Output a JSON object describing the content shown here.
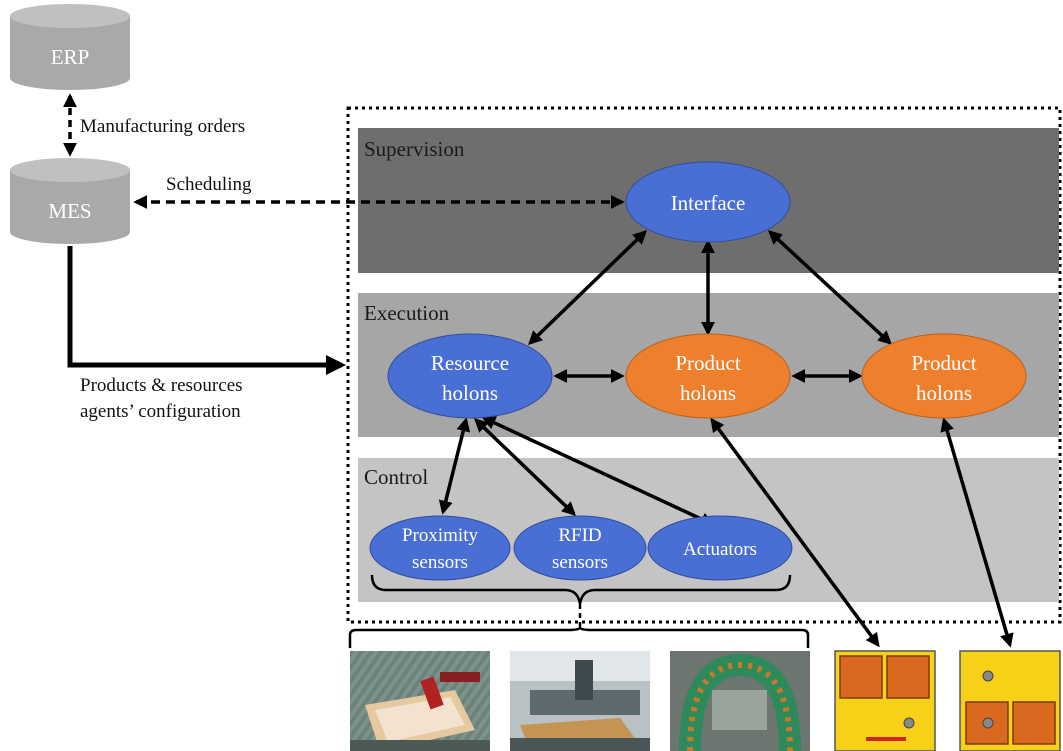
{
  "databases": {
    "erp": "ERP",
    "mes": "MES"
  },
  "edge_labels": {
    "manufacturing_orders": "Manufacturing orders",
    "scheduling": "Scheduling",
    "config_line1": "Products & resources",
    "config_line2": "agents’ configuration"
  },
  "layers": {
    "supervision": "Supervision",
    "execution": "Execution",
    "control": "Control"
  },
  "nodes": {
    "interface": "Interface",
    "resource_holons": [
      "Resource",
      "holons"
    ],
    "product_holons_1": [
      "Product",
      "holons"
    ],
    "product_holons_2": [
      "Product",
      "holons"
    ],
    "proximity_sensors": [
      "Proximity",
      "sensors"
    ],
    "rfid_sensors": [
      "RFID",
      "sensors"
    ],
    "actuators": "Actuators"
  },
  "colors": {
    "blue_node": "#4a6fd4",
    "orange_node": "#ee7f2d",
    "supervision_bg": "#6e6e6e",
    "execution_bg": "#a6a6a6",
    "control_bg": "#c4c4c4",
    "db_gray": "#a9a9a9",
    "product_yellow": "#f7d117",
    "product_orange": "#d8691e"
  }
}
